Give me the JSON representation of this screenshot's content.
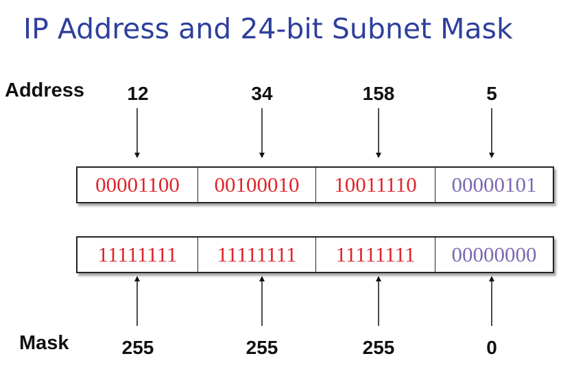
{
  "title": "IP Address and 24-bit Subnet Mask",
  "address": {
    "label": "Address",
    "octets": [
      "12",
      "34",
      "158",
      "5"
    ],
    "binary": [
      "00001100",
      "00100010",
      "10011110",
      "00000101"
    ]
  },
  "mask": {
    "label": "Mask",
    "octets": [
      "255",
      "255",
      "255",
      "0"
    ],
    "binary": [
      "11111111",
      "11111111",
      "11111111",
      "00000000"
    ]
  },
  "colors": {
    "title": "#2e3f9c",
    "network_bits": "#e0242c",
    "host_bits": "#7b68b5",
    "arrow": "#111111"
  }
}
